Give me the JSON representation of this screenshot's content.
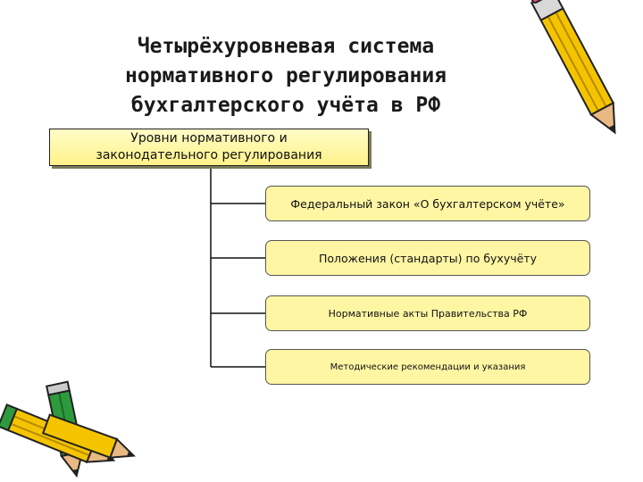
{
  "title": {
    "lines": [
      "Четырёхуровневая система",
      "нормативного регулирования",
      "бухгалтерского учёта в РФ"
    ]
  },
  "header": {
    "lines": [
      "Уровни нормативного и",
      "законодательного регулирования"
    ]
  },
  "levels": [
    "Федеральный закон «О бухгалтерском учёте»",
    "Положения (стандарты) по бухучёту",
    "Нормативные акты Правительства РФ",
    "Методические рекомендации и указания"
  ],
  "colors": {
    "box_fill": "#fff6a4",
    "header_fill": "#fff28a",
    "pencil_body": "#f5c400",
    "pencil_green": "#2e9a3e",
    "pencil_tip": "#e8b982"
  },
  "icons": [
    "pencil-icon-top-right",
    "pencil-icon-bottom-left-a",
    "pencil-icon-bottom-left-b"
  ]
}
